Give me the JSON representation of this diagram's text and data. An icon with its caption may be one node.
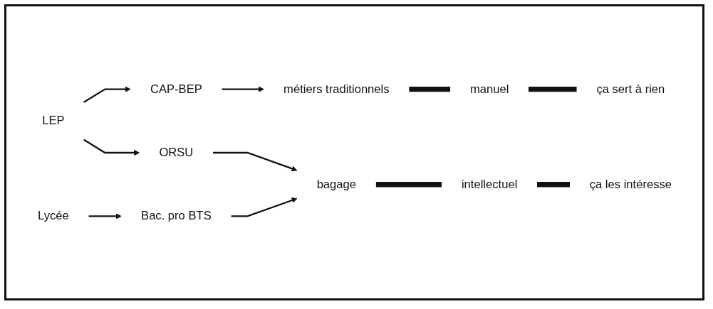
{
  "diagram": {
    "nodes": [
      {
        "text": [
          "LEP"
        ]
      },
      {
        "text": [
          "CAP-BEP"
        ]
      },
      {
        "text": [
          "ORSU"
        ]
      },
      {
        "text": [
          "métiers traditionnels"
        ]
      },
      {
        "text": [
          "manuel"
        ]
      },
      {
        "text": [
          "ça sert à rien"
        ]
      },
      {
        "text": [
          "Lycée"
        ]
      },
      {
        "text": [
          "Bac. pro BTS"
        ]
      },
      {
        "text": [
          "bagage"
        ]
      },
      {
        "text": [
          "intellectuel"
        ]
      },
      {
        "text": [
          "ça les intéresse"
        ]
      }
    ],
    "edges": [
      {
        "from": 0,
        "to": 1,
        "arrow": "to"
      },
      {
        "from": 0,
        "to": 2,
        "arrow": "to"
      },
      {
        "from": 1,
        "to": 3,
        "arrow": "to"
      },
      {
        "from": 3,
        "to": 4,
        "arrow": "none",
        "style": "thick"
      },
      {
        "from": 4,
        "to": 5,
        "arrow": "none",
        "style": "thick"
      },
      {
        "from": 2,
        "to": 8,
        "arrow": "to"
      },
      {
        "from": 6,
        "to": 7,
        "arrow": "to"
      },
      {
        "from": 7,
        "to": 8,
        "arrow": "to"
      },
      {
        "from": 8,
        "to": 9,
        "arrow": "none",
        "style": "thick"
      },
      {
        "from": 9,
        "to": 10,
        "arrow": "none",
        "style": "thick"
      }
    ]
  }
}
